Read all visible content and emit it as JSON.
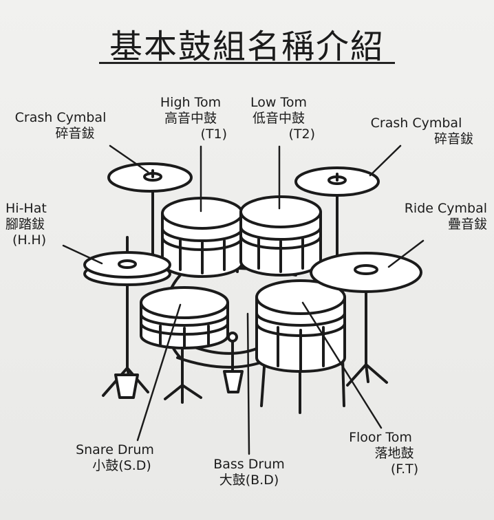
{
  "title": "基本鼓組名稱介紹",
  "labels": {
    "crash_left": {
      "en": "Crash Cymbal",
      "zh": "碎音鈸"
    },
    "high_tom": {
      "en": "High Tom",
      "zh": "高音中鼓",
      "abbr": "(T1)"
    },
    "low_tom": {
      "en": "Low Tom",
      "zh": "低音中鼓",
      "abbr": "(T2)"
    },
    "crash_right": {
      "en": "Crash Cymbal",
      "zh": "碎音鈸"
    },
    "hi_hat": {
      "en": "Hi-Hat",
      "zh": "腳踏鈸",
      "abbr": "(H.H)"
    },
    "ride": {
      "en": "Ride Cymbal",
      "zh": "疊音鈸"
    },
    "snare": {
      "en": "Snare Drum",
      "zh": "小鼓(S.D)"
    },
    "bass": {
      "en": "Bass Drum",
      "zh": "大鼓(B.D)"
    },
    "floor_tom": {
      "en": "Floor Tom",
      "zh": "落地鼓",
      "abbr": "(F.T)"
    }
  },
  "colors": {
    "ink": "#1b1b1b",
    "background": "#ececea",
    "fill": "#ffffff"
  }
}
